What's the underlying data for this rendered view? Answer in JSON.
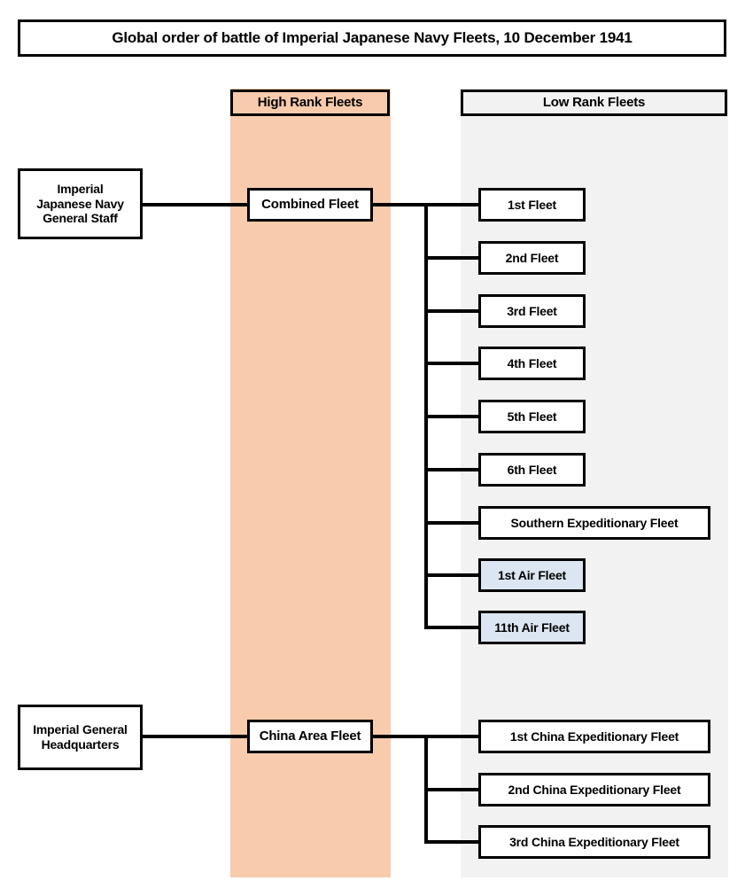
{
  "title": "Global order of battle of Imperial Japanese Navy Fleets, 10 December 1941",
  "columns": {
    "high": {
      "label": "High Rank Fleets",
      "color": "#f7cbab"
    },
    "low": {
      "label": "Low Rank Fleets",
      "color": "#f2f2f2"
    }
  },
  "colors": {
    "high_band": "#f7cbab",
    "low_band": "#f2f2f2",
    "air_fleet_fill": "#dce6f2",
    "box_fill": "#ffffff",
    "line": "#000000",
    "text": "#000000"
  },
  "commands": [
    {
      "label": "Imperial\nJapanese Navy\nGeneral Staff",
      "lines": [
        "Imperial",
        "Japanese Navy",
        "General Staff"
      ]
    },
    {
      "label": "Imperial General\nHeadquarters",
      "lines": [
        "Imperial General",
        "Headquarters"
      ]
    }
  ],
  "high_fleets": [
    {
      "label": "Combined Fleet"
    },
    {
      "label": "China Area Fleet"
    }
  ],
  "combined_fleet_subordinates": [
    {
      "label": "1st Fleet",
      "highlight": false
    },
    {
      "label": "2nd Fleet",
      "highlight": false
    },
    {
      "label": "3rd Fleet",
      "highlight": false
    },
    {
      "label": "4th Fleet",
      "highlight": false
    },
    {
      "label": "5th Fleet",
      "highlight": false
    },
    {
      "label": "6th Fleet",
      "highlight": false
    },
    {
      "label": "Southern Expeditionary  Fleet",
      "highlight": false
    },
    {
      "label": "1st Air Fleet",
      "highlight": true
    },
    {
      "label": "11th Air Fleet",
      "highlight": true
    }
  ],
  "china_area_fleet_subordinates": [
    {
      "label": "1st China Expeditionary  Fleet",
      "highlight": false
    },
    {
      "label": "2nd China Expeditionary  Fleet",
      "highlight": false
    },
    {
      "label": "3rd China Expeditionary  Fleet",
      "highlight": false
    }
  ]
}
